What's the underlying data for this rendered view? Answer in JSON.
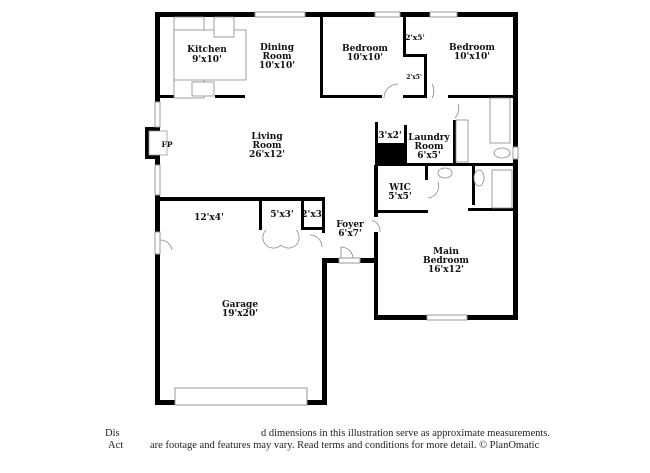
{
  "rooms": {
    "kitchen": {
      "name": "Kitchen",
      "dims": "9'x10'"
    },
    "dining": {
      "name1": "Dining",
      "name2": "Room",
      "dims": "10'x10'"
    },
    "bedroom1": {
      "name": "Bedroom",
      "dims": "10'x10'"
    },
    "bedroom2": {
      "name": "Bedroom",
      "dims": "10'x10'"
    },
    "closet_a": {
      "dims": "2'x5'"
    },
    "closet_b": {
      "dims": "2'x5'"
    },
    "living": {
      "name1": "Living",
      "name2": "Room",
      "dims": "26'x12'"
    },
    "fireplace": {
      "name": "FP"
    },
    "hall_closet": {
      "dims": "3'x2'"
    },
    "laundry": {
      "name1": "Laundry",
      "name2": "Room",
      "dims": "6'x5'"
    },
    "wic": {
      "name": "WIC",
      "dims": "5'x5'"
    },
    "storage": {
      "dims": "12'x4'"
    },
    "closet_c": {
      "dims": "5'x3'"
    },
    "closet_d": {
      "dims": "2'x3'"
    },
    "foyer": {
      "name": "Foyer",
      "dims": "6'x7'"
    },
    "main_bedroom": {
      "name1": "Main",
      "name2": "Bedroom",
      "dims": "16'x12'"
    },
    "garage": {
      "name": "Garage",
      "dims": "19'x20'"
    }
  },
  "disclaimer": {
    "line1a": "Dis",
    "line1b": "d dimensions in this illustration serve as approximate measurements.",
    "line2a": "Act",
    "line2b": "are footage and features may vary. Read terms and conditions for more detail. © PlanOmatic"
  }
}
